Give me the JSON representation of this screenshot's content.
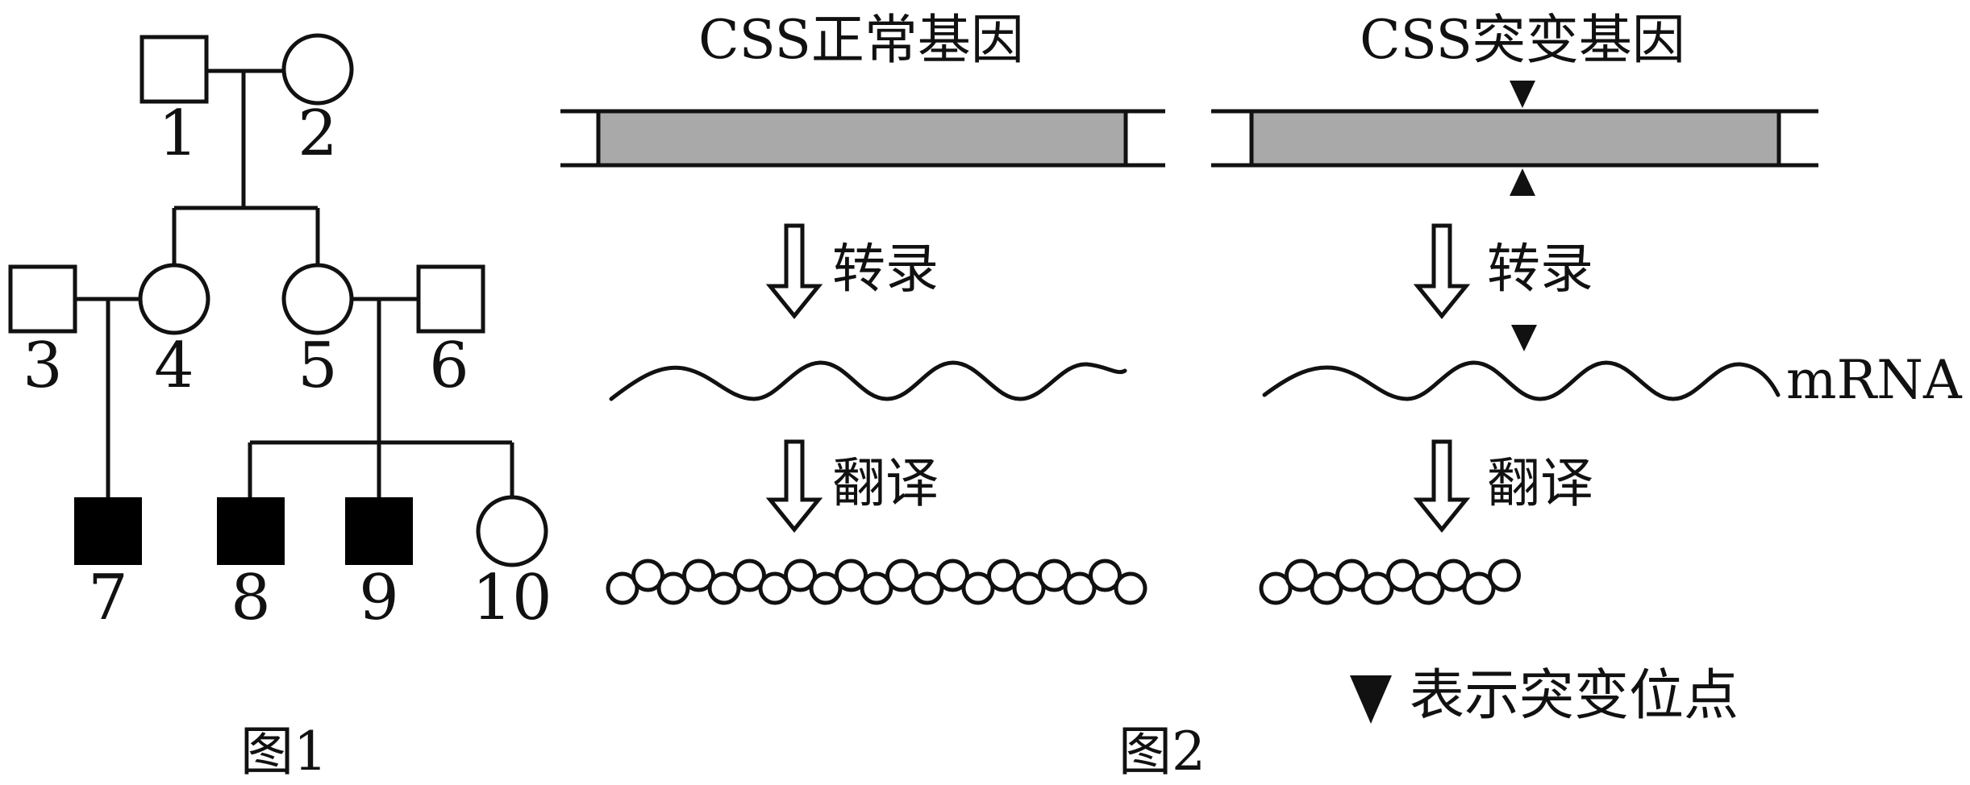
{
  "colors": {
    "ink": "#111111",
    "gene_fill": "#a9a9a9",
    "affected_fill": "#000000",
    "unaffected_fill": "#ffffff"
  },
  "figure1": {
    "caption": "图1",
    "individuals": [
      {
        "id": "1",
        "sex": "male",
        "affected": false
      },
      {
        "id": "2",
        "sex": "female",
        "affected": false
      },
      {
        "id": "3",
        "sex": "male",
        "affected": false
      },
      {
        "id": "4",
        "sex": "female",
        "affected": false
      },
      {
        "id": "5",
        "sex": "female",
        "affected": false
      },
      {
        "id": "6",
        "sex": "male",
        "affected": false
      },
      {
        "id": "7",
        "sex": "male",
        "affected": true
      },
      {
        "id": "8",
        "sex": "male",
        "affected": true
      },
      {
        "id": "9",
        "sex": "male",
        "affected": true
      },
      {
        "id": "10",
        "sex": "female",
        "affected": false
      }
    ]
  },
  "figure2": {
    "caption": "图2",
    "normal_title": "CSS正常基因",
    "mutant_title": "CSS突变基因",
    "transcription_label": "转录",
    "translation_label": "翻译",
    "mrna_label": "mRNA",
    "legend_symbol": "▼",
    "legend_text": "表示突变位点",
    "normal_chain_beads": 21,
    "mutant_chain_beads": 10
  }
}
